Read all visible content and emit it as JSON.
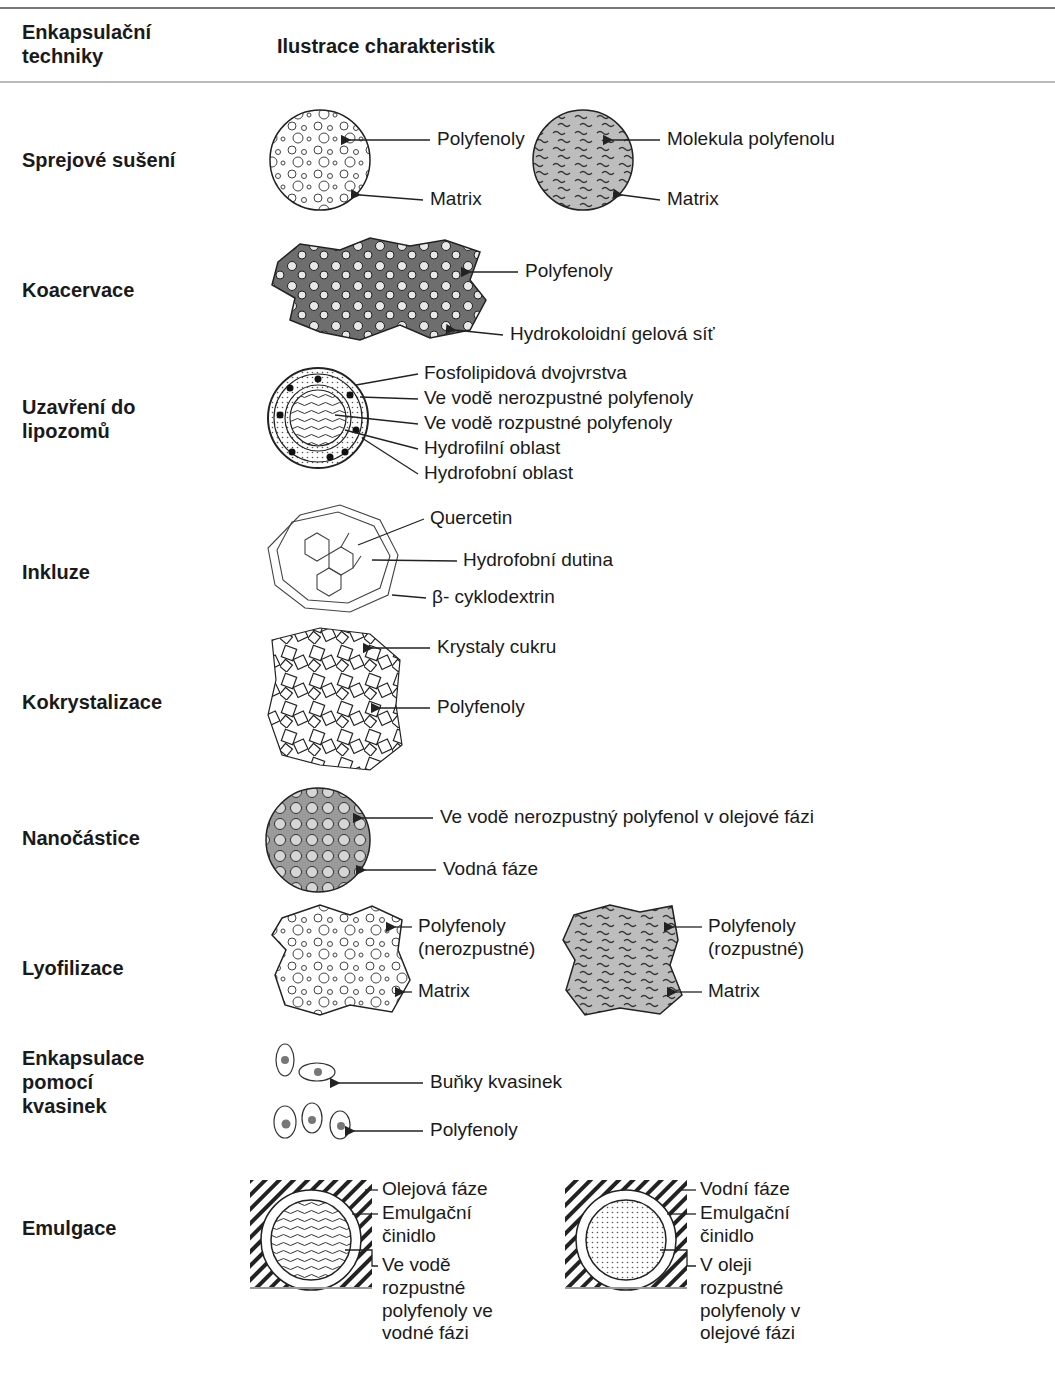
{
  "diagram": {
    "labels": [
      "Enkapsulační techniky",
      "Ilustrace charakteristik",
      "Sprejové sušení",
      "Polyfenoly",
      "Matrix",
      "Molekula polyfenolu",
      "Matrix",
      "Koacervace",
      "Polyfenoly",
      "Hydrokoloidní gelová síť",
      "Uzavření do lipozomů",
      "Fosfolipidová dvojvrstva",
      "Ve vodě nerozpustné polyfenoly",
      "Ve vodě rozpustné polyfenoly",
      "Hydrofilní oblast",
      "Hydrofobní oblast",
      "Inkluze",
      "Quercetin",
      "Hydrofobní dutina",
      "β- cyklodextrin",
      "Kokrystalizace",
      "Krystaly cukru",
      "Polyfenoly",
      "Nanočástice",
      "Ve vodě nerozpustný polyfenol v olejové fázi",
      "Vodná fáze",
      "Lyofilizace",
      "Polyfenoly (nerozpustné)",
      "Matrix",
      "Polyfenoly (rozpustné)",
      "Matrix",
      "Enkapsulace pomocí kvasinek",
      "Buňky kvasinek",
      "Polyfenoly",
      "Emulgace",
      "Olejová fáze",
      "Emulgační činidlo",
      "Ve vodě rozpustné polyfenoly ve vodné fázi",
      "Vodní fáze",
      "Emulgační činidlo",
      "V oleji rozpustné polyfenoly v olejové fázi"
    ]
  }
}
